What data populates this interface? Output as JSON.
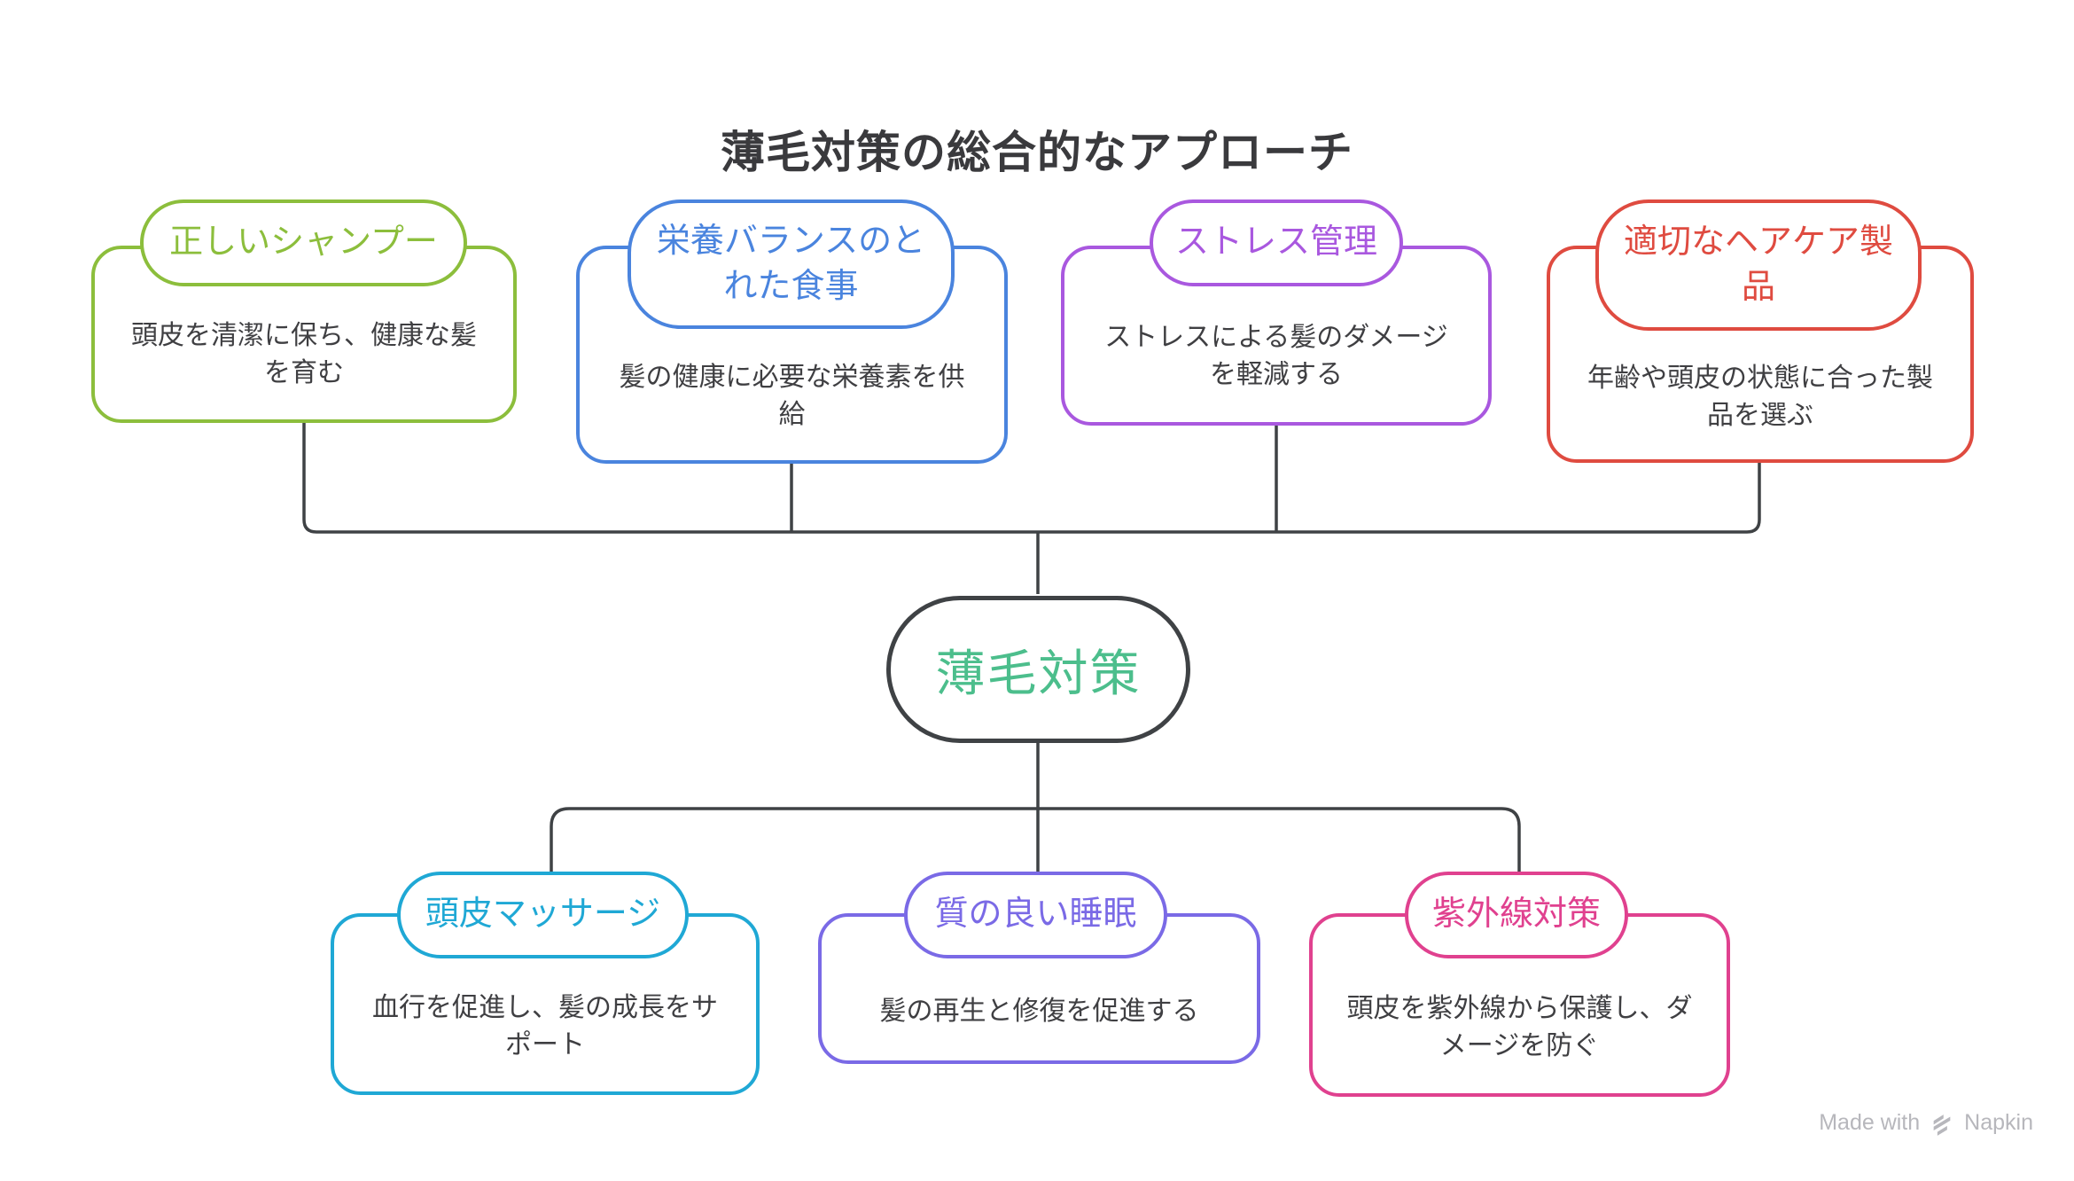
{
  "title": "薄毛対策の総合的なアプローチ",
  "center": {
    "label": "薄毛対策",
    "text_color": "#4cbe8c",
    "border_color": "#3f4245"
  },
  "nodes": [
    {
      "title": "正しいシャンプー",
      "body": "頭皮を清潔に保ち、健康な髪を育む",
      "color": "#8cbe3c"
    },
    {
      "title": "栄養バランスのとれた食事",
      "body": "髪の健康に必要な栄養素を供給",
      "color": "#4a84de"
    },
    {
      "title": "ストレス管理",
      "body": "ストレスによる髪のダメージを軽減する",
      "color": "#a958df"
    },
    {
      "title": "適切なヘアケア製品",
      "body": "年齢や頭皮の状態に合った製品を選ぶ",
      "color": "#df4b40"
    },
    {
      "title": "頭皮マッサージ",
      "body": "血行を促進し、髪の成長をサポート",
      "color": "#1fa8d5"
    },
    {
      "title": "質の良い睡眠",
      "body": "髪の再生と修復を促進する",
      "color": "#7a6ae6"
    },
    {
      "title": "紫外線対策",
      "body": "頭皮を紫外線から保護し、ダメージを防ぐ",
      "color": "#e0418f"
    }
  ],
  "watermark": {
    "text_prefix": "Made with",
    "brand": "Napkin",
    "color": "#b7b7bc"
  },
  "colors": {
    "connector": "#3f4245",
    "title_text": "#3a3a3d",
    "body_text": "#3f3f42",
    "background": "#ffffff"
  }
}
